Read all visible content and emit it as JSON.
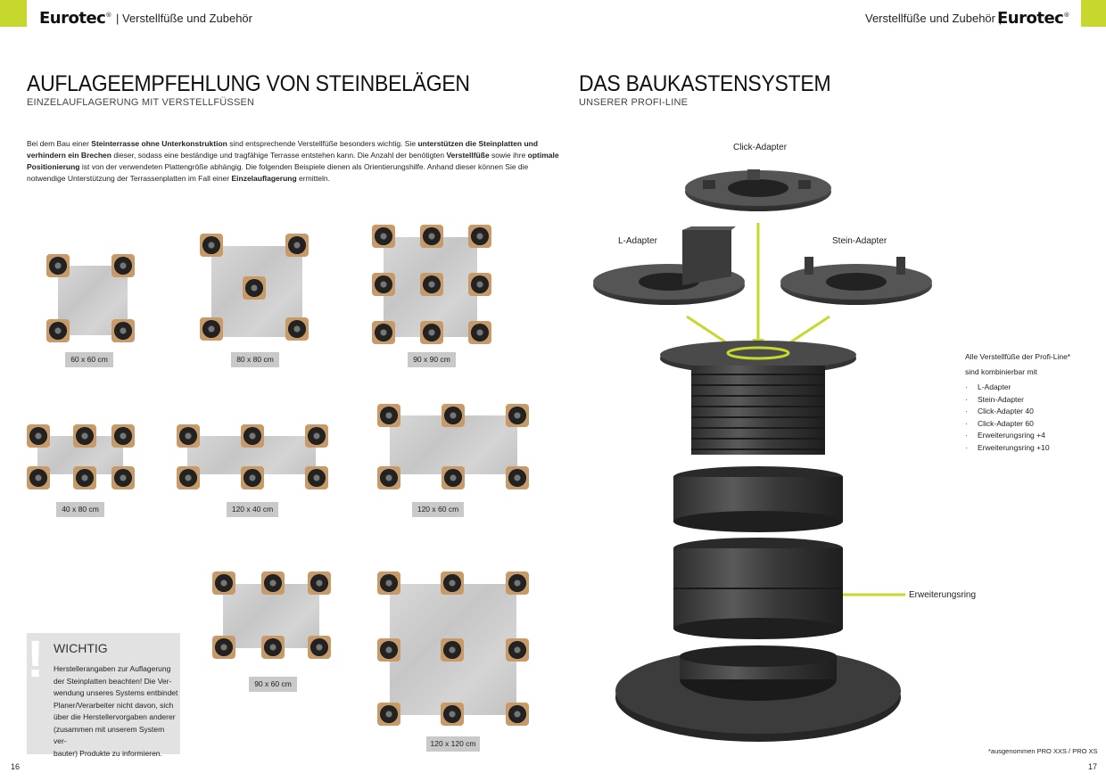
{
  "header": {
    "brand": "Eurotec",
    "reg": "®",
    "section": "Verstellfüße und Zubehör"
  },
  "left": {
    "title": "AUFLAGEEMPFEHLUNG VON STEINBELÄGEN",
    "subtitle": "EINZELAUFLAGERUNG MIT VERSTELLFÜSSEN",
    "intro": [
      {
        "t": "Bei dem Bau einer ",
        "b": false
      },
      {
        "t": "Steinterrasse ohne Unterkonstruktion",
        "b": true
      },
      {
        "t": " sind entsprechende Verstellfüße besonders wichtig. Sie ",
        "b": false
      },
      {
        "t": "unterstützen die Steinplatten und verhindern ein Brechen",
        "b": true
      },
      {
        "t": " dieser, sodass eine beständige und tragfähige Terrasse entstehen kann. Die Anzahl der benötigten ",
        "b": false
      },
      {
        "t": "Verstellfüße",
        "b": true
      },
      {
        "t": " sowie ihre ",
        "b": false
      },
      {
        "t": "optimale Positionierung",
        "b": true
      },
      {
        "t": " ist von der verwendeten Plattengröße abhängig. Die folgenden Beispiele dienen als Orientierungshilfe. Anhand dieser können Sie die notwendige Unterstützung der Terrassenplatten im Fall einer ",
        "b": false
      },
      {
        "t": "Einzelauflagerung",
        "b": true
      },
      {
        "t": " ermitteln.",
        "b": false
      }
    ],
    "sizes": [
      "60 x 60 cm",
      "80 x 80 cm",
      "90 x 90 cm",
      "40 x 80 cm",
      "120 x 40 cm",
      "120 x 60 cm",
      "90 x 60 cm",
      "120 x 120 cm"
    ],
    "warning": {
      "title": "WICHTIG",
      "body": [
        "Herstellerangaben zur Auflagerung",
        "der Steinplatten beachten! Die Ver-",
        "wendung unseres Systems entbindet",
        "Planer/Verarbeiter nicht davon, sich",
        "über die Herstellervorgaben anderer",
        "(zusammen mit unserem System ver-",
        "bauter) Produkte zu informieren."
      ]
    },
    "page": "16"
  },
  "right": {
    "title": "DAS BAUKASTENSYSTEM",
    "subtitle": "UNSERER PROFI-LINE",
    "parts": {
      "click": "Click-Adapter",
      "l": "L-Adapter",
      "stein": "Stein-Adapter",
      "ring": "Erweiterungsring"
    },
    "note_line1": "Alle Verstellfüße der Profi-Line*",
    "note_line2": "sind kombinierbar mit",
    "list": [
      "L-Adapter",
      "Stein-Adapter",
      "Click-Adapter 40",
      "Click-Adapter 60",
      "Erweiterungsring +4",
      "Erweiterungsring +10"
    ],
    "footnote": "*ausgenommen PRO XXS / PRO XS",
    "page": "17"
  },
  "colors": {
    "accent": "#c6d82e",
    "label_bg": "#c9c9c9",
    "warning_bg": "#e2e2e2"
  }
}
